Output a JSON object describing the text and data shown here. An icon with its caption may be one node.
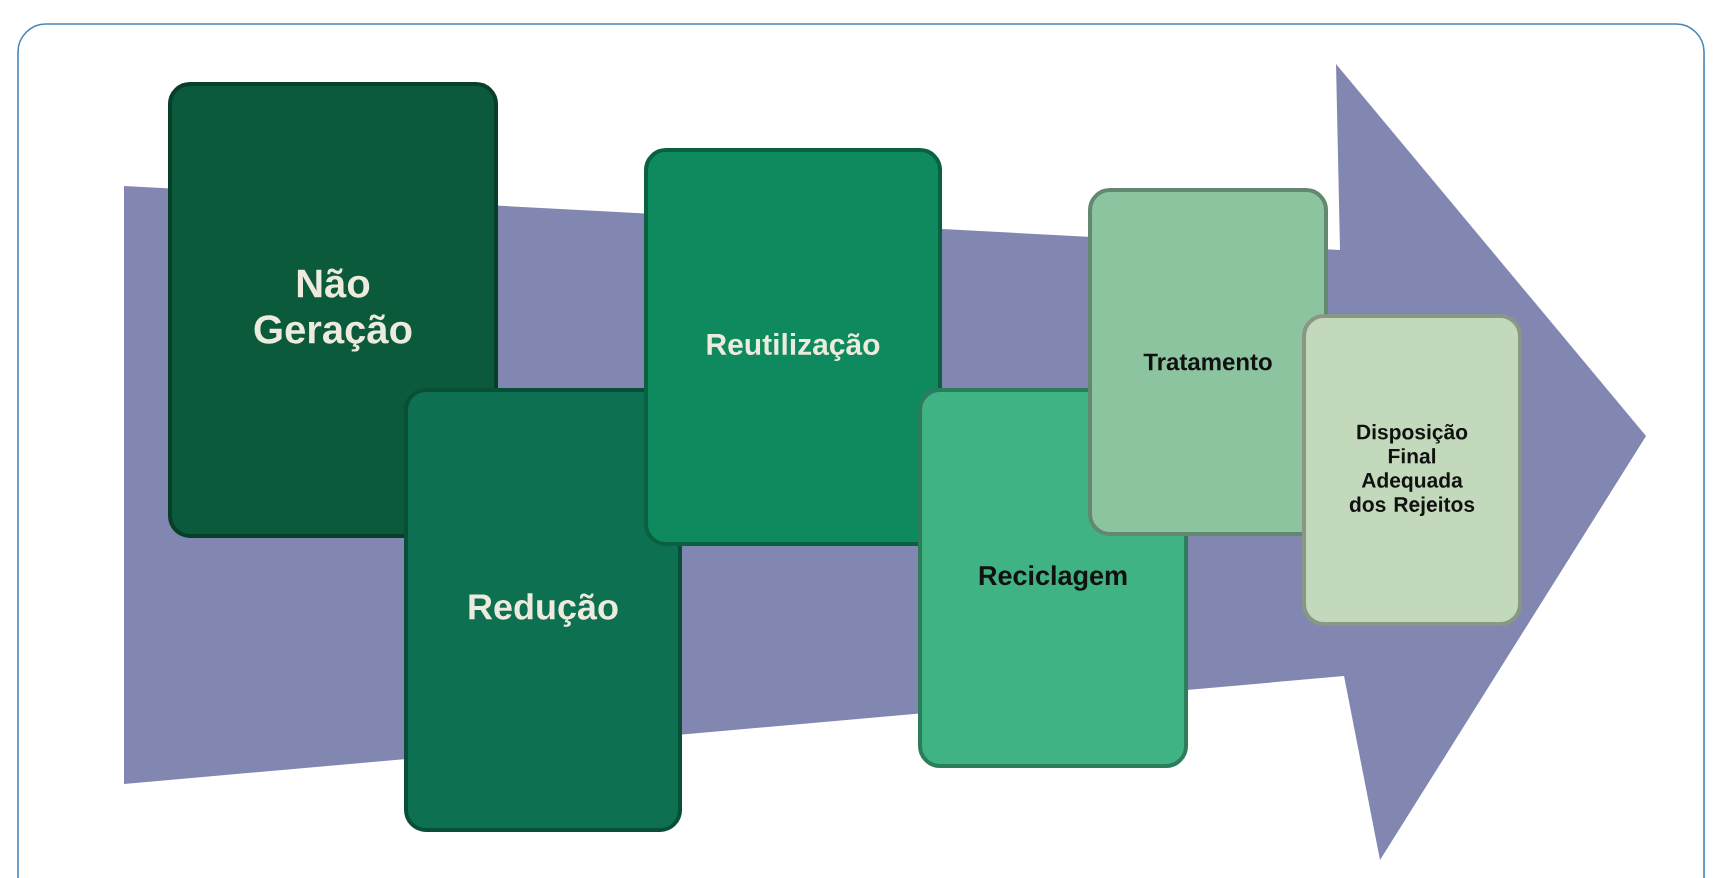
{
  "diagram": {
    "nodes": [
      {
        "text": [
          "Não Geração"
        ]
      },
      {
        "text": [
          "Redução"
        ]
      },
      {
        "text": [
          "Reutilização"
        ]
      },
      {
        "text": [
          "Reciclagem"
        ]
      },
      {
        "text": [
          "Tratamento"
        ]
      },
      {
        "text": [
          "Disposição Final Adequada dos Rejeitos"
        ]
      }
    ]
  }
}
